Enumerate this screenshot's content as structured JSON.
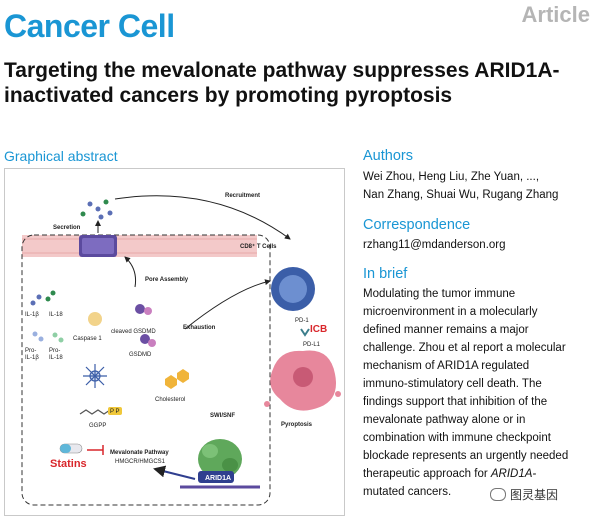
{
  "header": {
    "journal": "Cancer Cell",
    "article_type": "Article"
  },
  "title": "Targeting the mevalonate pathway suppresses ARID1A-inactivated cancers by promoting pyroptosis",
  "graphical_abstract": {
    "heading": "Graphical abstract",
    "labels": {
      "recruitment": "Recruitment",
      "secretion": "Secretion",
      "cd8": "CD8⁺ T Cells",
      "pore_assembly": "Pore Assembly",
      "il1b": "IL-1β",
      "il18": "IL-18",
      "caspase1": "Caspase 1",
      "cleaved_gsdmd": "cleaved GSDMD",
      "gsdmd": "GSDMD",
      "pro_il1b_a": "Pro-",
      "pro_il1b_b": "IL-1β",
      "pro_il18_a": "Pro-",
      "pro_il18_b": "IL-18",
      "exhaustion": "Exhaustion",
      "pd1": "PD-1",
      "icb": "ICB",
      "pdl1": "PD-L1",
      "cholesterol": "Cholesterol",
      "ggpp": "GGPP",
      "pp": "P P",
      "pyroptosis": "Pyroptosis",
      "swi_snf": "SWI/SNF",
      "mevalonate": "Mevalonate Pathway",
      "hmgcr": "HMGCR/HMGCS1",
      "statins": "Statins",
      "arid1a": "ARID1A"
    },
    "colors": {
      "statins": "#d9262b",
      "icb": "#d9262b",
      "membrane": "#f3c9c9",
      "pore": "#5b4a9e",
      "tcell": "#3b5ea8",
      "arid1a_green": "#5fa85b"
    }
  },
  "authors": {
    "heading": "Authors",
    "line1": "Wei Zhou, Heng Liu, Zhe Yuan, ...,",
    "line2": "Nan Zhang, Shuai Wu, Rugang Zhang"
  },
  "correspondence": {
    "heading": "Correspondence",
    "email": "rzhang11@mdanderson.org"
  },
  "in_brief": {
    "heading": "In brief",
    "lines": [
      "Modulating the tumor immune",
      "microenvironment in a molecularly",
      "defined manner remains a major",
      "challenge. Zhou et al report a molecular",
      "mechanism of ARID1A regulated",
      "immuno-stimulatory cell death. The",
      "findings support that inhibition of the",
      "mevalonate pathway alone or in",
      "combination with immune checkpoint",
      "blockade represents an urgently needed",
      "therapeutic approach for "
    ],
    "italic_term": "ARID1A-",
    "last_line": "mutated cancers."
  },
  "watermark": "图灵基因"
}
